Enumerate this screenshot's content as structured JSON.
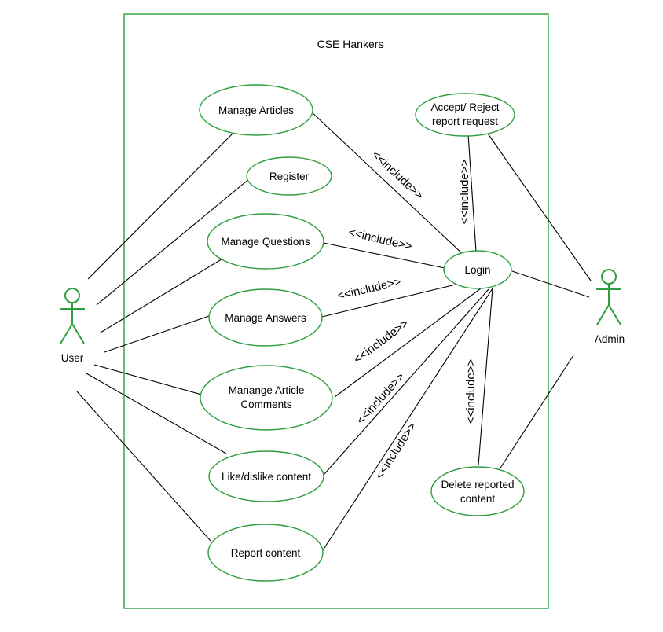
{
  "system": {
    "title": "CSE Hankers"
  },
  "actors": {
    "user": "User",
    "admin": "Admin"
  },
  "use_cases": {
    "manage_articles": "Manage Articles",
    "register": "Register",
    "manage_questions": "Manage Questions",
    "manage_answers": "Manage Answers",
    "article_comments_line1": "Manange Article",
    "article_comments_line2": "Comments",
    "like_dislike": "Like/dislike content",
    "report_content": "Report content",
    "login": "Login",
    "accept_reject_line1": "Accept/ Reject",
    "accept_reject_line2": "report request",
    "delete_reported_line1": "Delete reported",
    "delete_reported_line2": "content"
  },
  "relations": {
    "include": "<<include>>"
  },
  "colors": {
    "accent": "#2e9e3e",
    "line": "#000000"
  }
}
